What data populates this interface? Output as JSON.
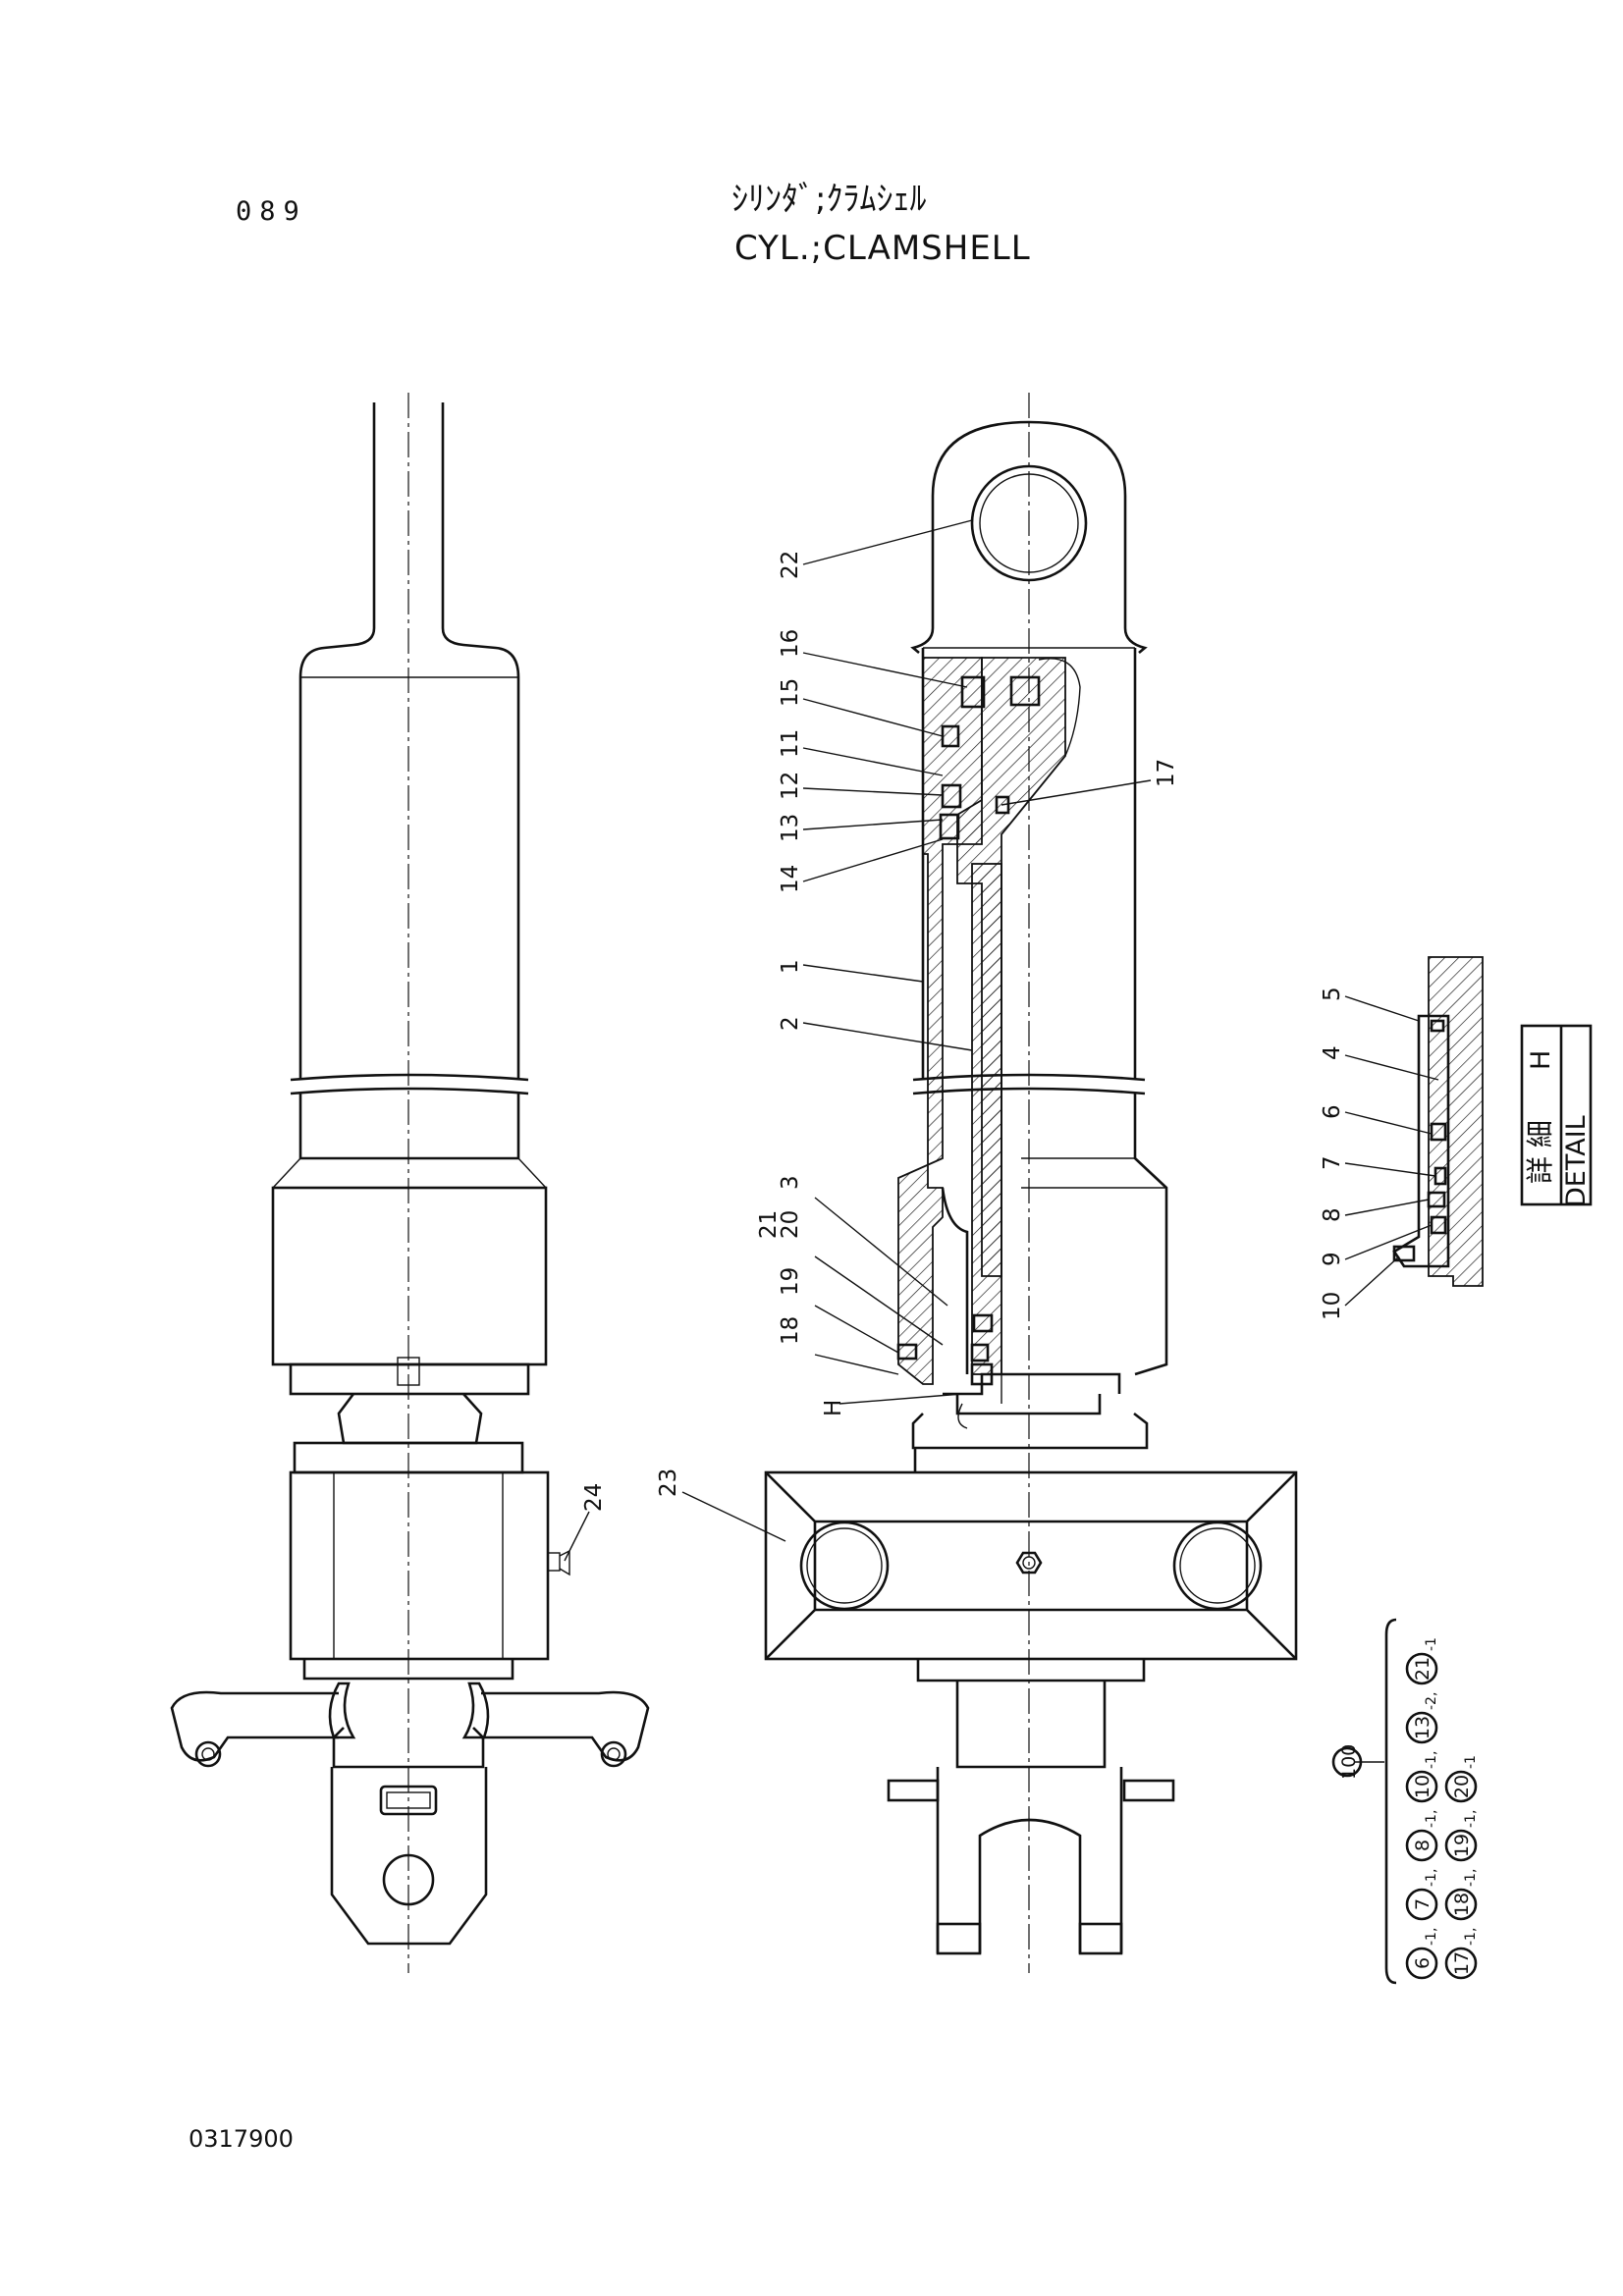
{
  "page": {
    "number": "089",
    "title_jp": "ｼﾘﾝﾀﾞ;ｸﾗﾑｼｪﾙ",
    "title_en": "CYL.;CLAMSHELL",
    "footer_code": "0317900"
  },
  "callouts": [
    "22",
    "16",
    "15",
    "11",
    "12",
    "13",
    "14",
    "17",
    "1",
    "2",
    "3",
    "21",
    "20",
    "19",
    "18",
    "H",
    "23",
    "24",
    "5",
    "4",
    "6",
    "7",
    "8",
    "9",
    "10"
  ],
  "detail": {
    "jp": "詳 細",
    "en": "DETAIL",
    "letter": "H"
  },
  "kit": {
    "number": "100",
    "row1": [
      {
        "part": "6",
        "qty": "-1"
      },
      {
        "part": "7",
        "qty": "-1"
      },
      {
        "part": "8",
        "qty": "-1"
      },
      {
        "part": "10",
        "qty": "-1"
      },
      {
        "part": "13",
        "qty": "-2"
      },
      {
        "part": "21",
        "qty": "-1"
      }
    ],
    "row2": [
      {
        "part": "17",
        "qty": "-1"
      },
      {
        "part": "18",
        "qty": "-1"
      },
      {
        "part": "19",
        "qty": "-1"
      },
      {
        "part": "20",
        "qty": "-1"
      }
    ]
  }
}
